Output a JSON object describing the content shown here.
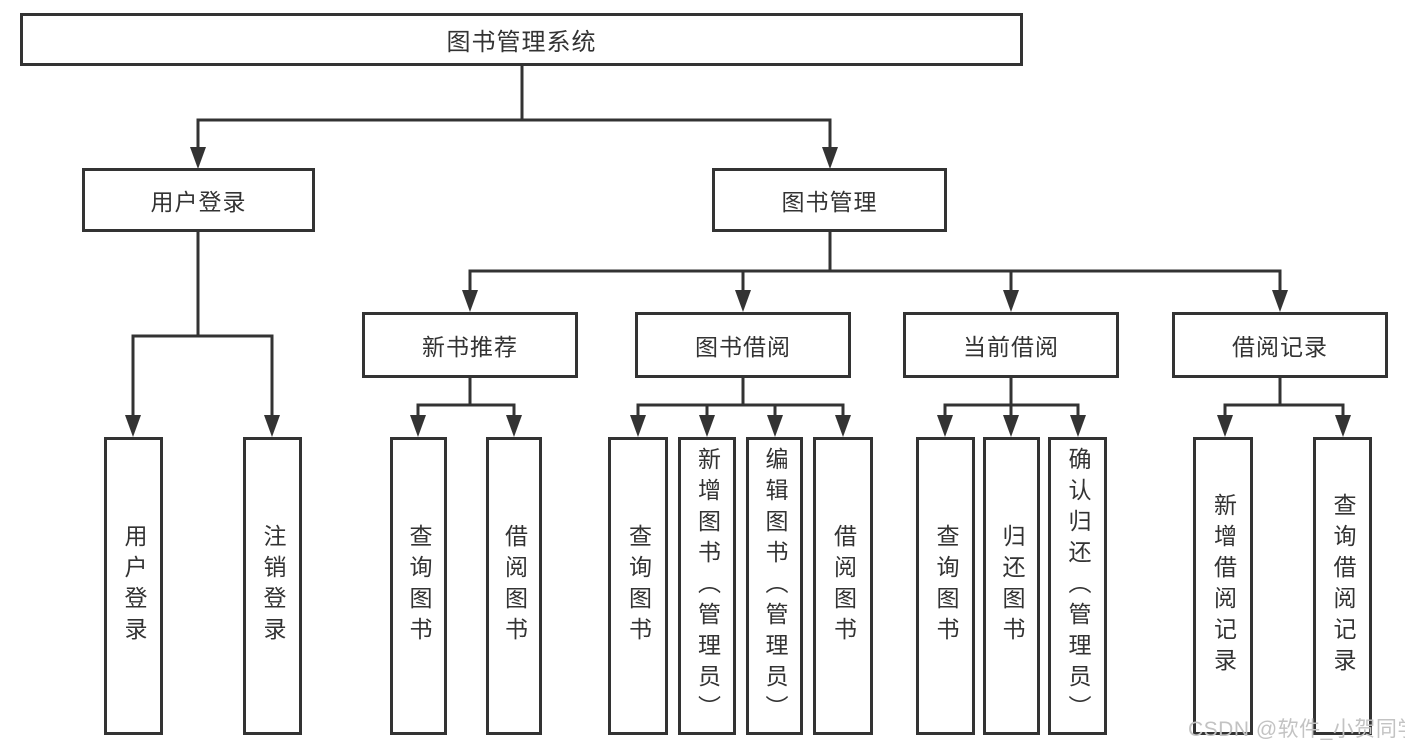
{
  "nodes": {
    "root": "图书管理系统",
    "user_login": "用户登录",
    "book_mgmt": "图书管理",
    "new_books": "新书推荐",
    "book_borrow": "图书借阅",
    "current_borrow": "当前借阅",
    "borrow_record": "借阅记录"
  },
  "leaves": {
    "user_login": [
      "用户登录",
      "注销登录"
    ],
    "new_books": [
      "查询图书",
      "借阅图书"
    ],
    "book_borrow": [
      "查询图书",
      "新增图书（管理员）",
      "编辑图书（管理员）",
      "借阅图书"
    ],
    "current_borrow": [
      "查询图书",
      "归还图书",
      "确认归还（管理员）"
    ],
    "borrow_record": [
      "新增借阅记录",
      "查询借阅记录"
    ]
  },
  "watermark": "CSDN @软件_小贺同学",
  "colors": {
    "line": "#333333",
    "box_border": "#333333",
    "box_background": "#ffffff",
    "text": "#333333",
    "watermark": "#c3c3c3",
    "page_background": "#ffffff"
  }
}
